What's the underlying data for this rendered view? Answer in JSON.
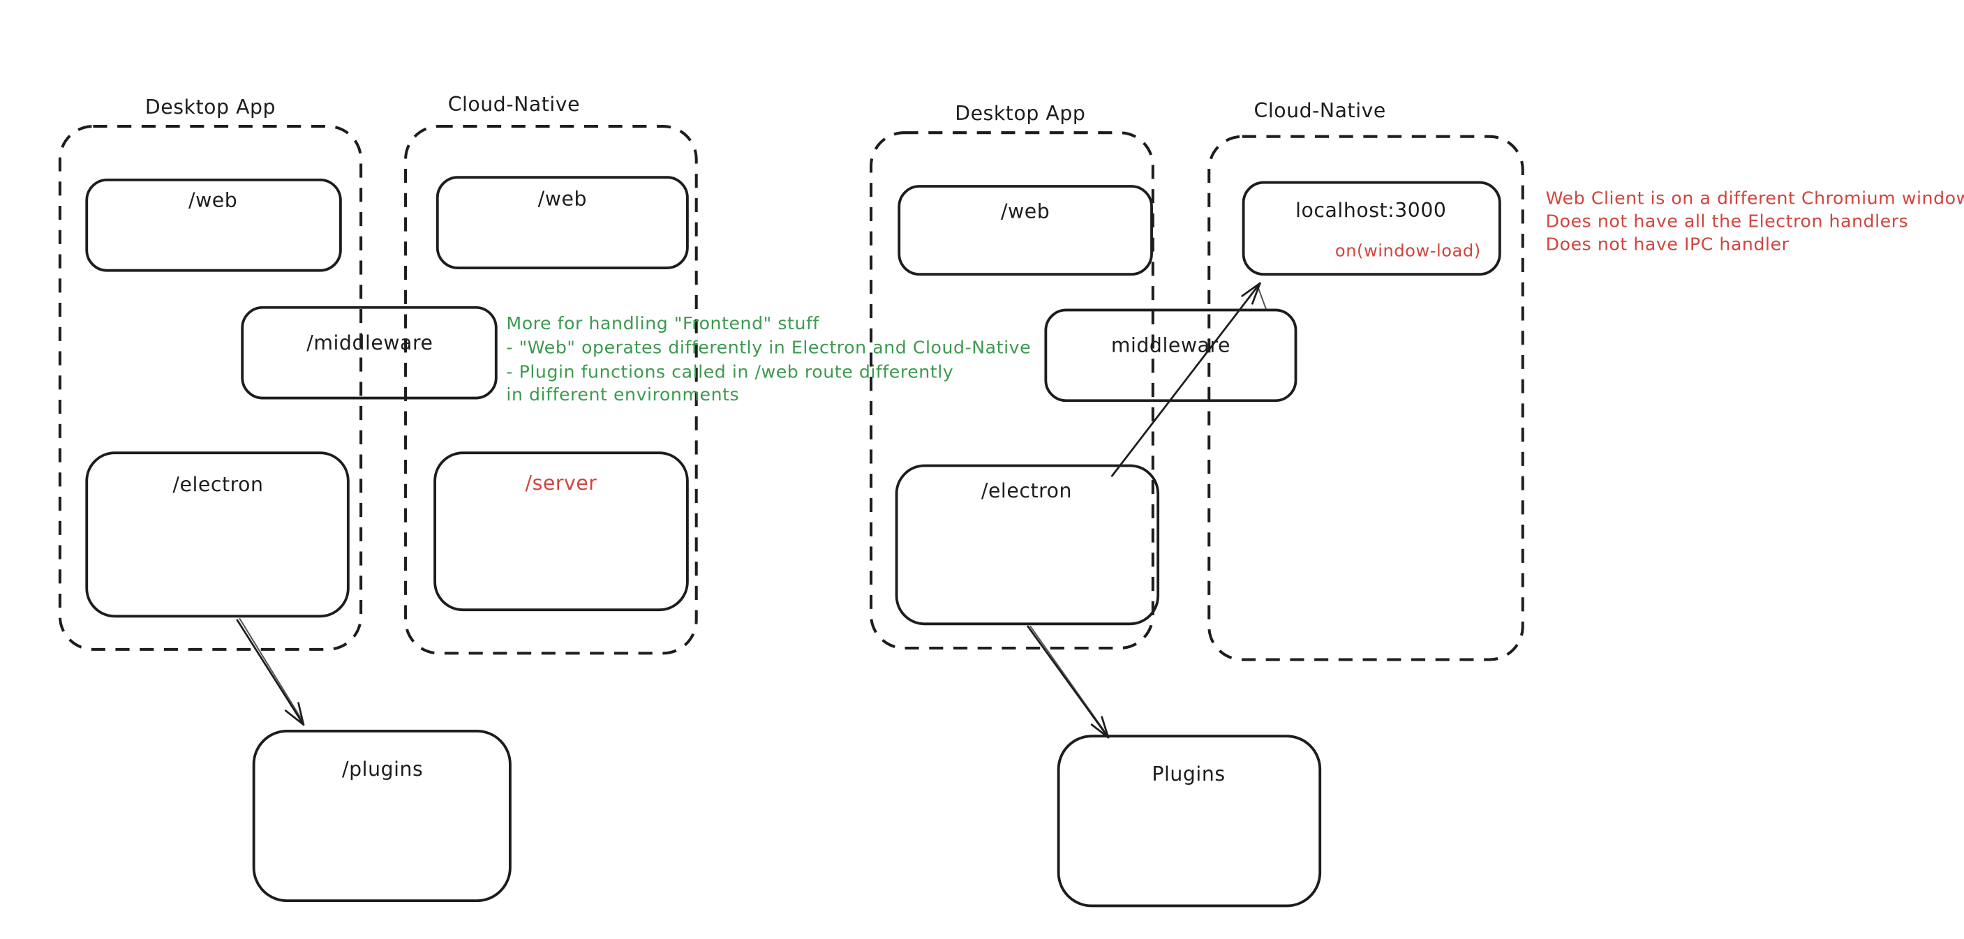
{
  "colors": {
    "ink": "#1d1d1d",
    "red": "#d0453e",
    "green": "#3d9a50",
    "background": "#ffffff"
  },
  "left_diagram": {
    "desktop_app_label": "Desktop App",
    "cloud_native_label": "Cloud-Native",
    "nodes": {
      "web_desktop": "/web",
      "web_cloud": "/web",
      "middleware": "/middleware",
      "electron": "/electron",
      "server": "/server",
      "plugins": "/plugins"
    },
    "note": {
      "lines": [
        "More for handling \"Frontend\" stuff",
        "- \"Web\" operates differently in Electron and Cloud-Native",
        "- Plugin functions called in /web route differently",
        "in different environments"
      ]
    }
  },
  "right_diagram": {
    "desktop_app_label": "Desktop App",
    "cloud_native_label": "Cloud-Native",
    "nodes": {
      "web_desktop": "/web",
      "localhost": "localhost:3000",
      "localhost_sub": "on(window-load)",
      "middleware": "middleware",
      "electron": "/electron",
      "plugins": "Plugins"
    },
    "note": {
      "lines": [
        "Web Client is on a different Chromium window",
        "Does not have all the Electron handlers",
        "Does not have IPC handler"
      ]
    }
  }
}
